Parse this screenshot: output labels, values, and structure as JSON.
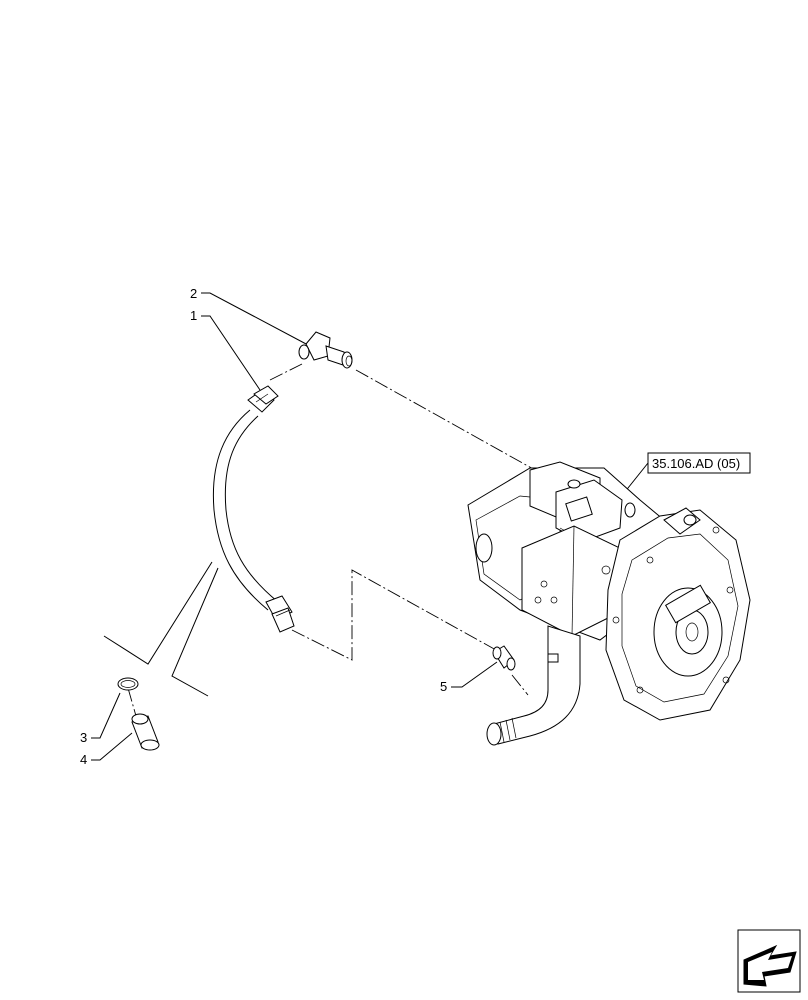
{
  "diagram": {
    "callouts": [
      {
        "id": "1",
        "label": "1"
      },
      {
        "id": "2",
        "label": "2"
      },
      {
        "id": "3",
        "label": "3"
      },
      {
        "id": "4",
        "label": "4"
      },
      {
        "id": "5",
        "label": "5"
      }
    ],
    "reference": {
      "label": "35.106.AD (05)"
    },
    "nav_icon": "next-page-arrow-icon"
  }
}
